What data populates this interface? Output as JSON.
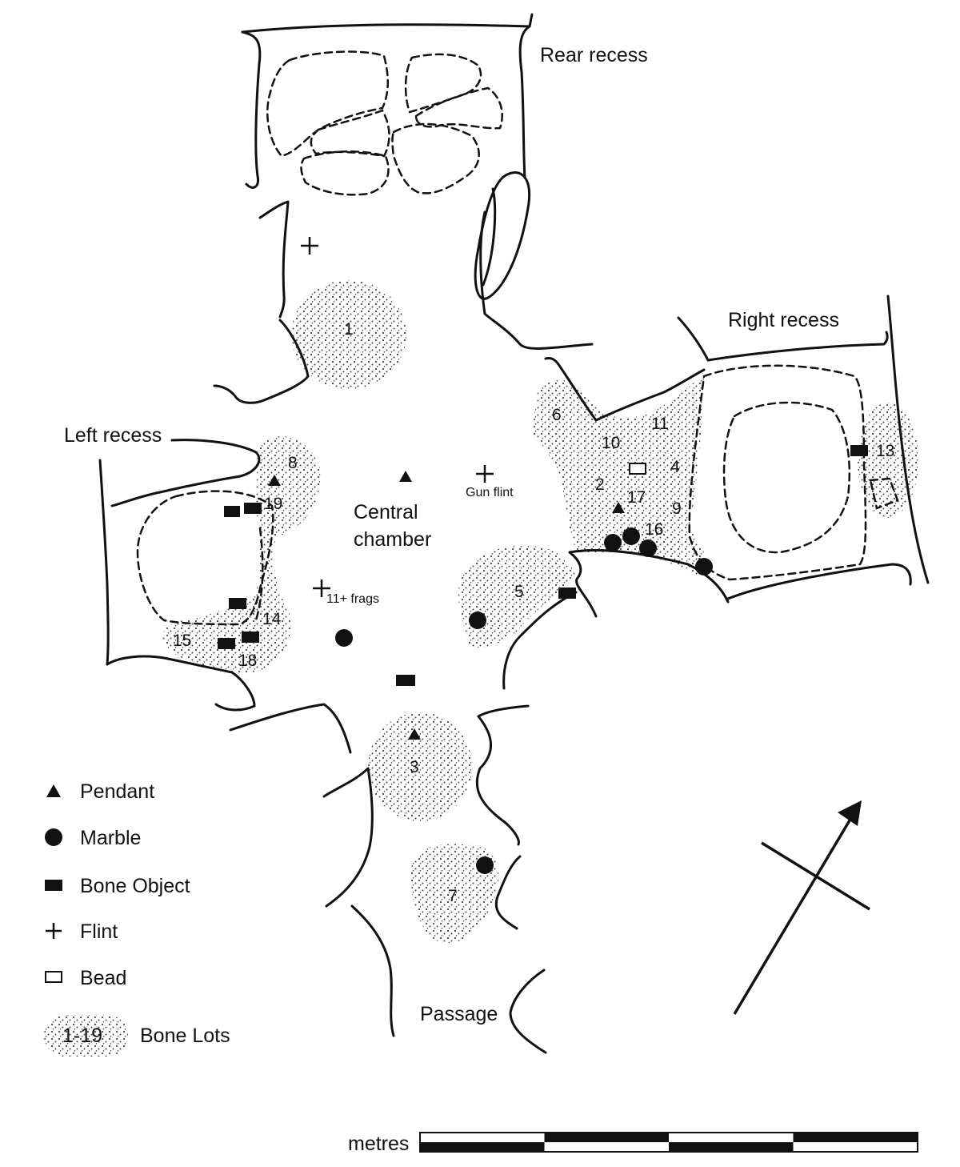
{
  "areas": {
    "rear_recess": "Rear recess",
    "right_recess": "Right recess",
    "left_recess": "Left recess",
    "central_chamber_1": "Central",
    "central_chamber_2": "chamber",
    "passage": "Passage"
  },
  "annotations": {
    "gun_flint": "Gun flint",
    "frags": "11+ frags"
  },
  "bone_lot_numbers": [
    "1",
    "2",
    "3",
    "4",
    "5",
    "6",
    "7",
    "8",
    "9",
    "10",
    "11",
    "13",
    "14",
    "15",
    "16",
    "17",
    "18",
    "19"
  ],
  "legend": {
    "pendant": "Pendant",
    "marble": "Marble",
    "bone_object": "Bone Object",
    "flint": "Flint",
    "bead": "Bead",
    "bone_lots_range": "1-19",
    "bone_lots": "Bone Lots"
  },
  "scale": {
    "unit": "metres"
  },
  "north_arrow_icon": "north-arrow-icon"
}
